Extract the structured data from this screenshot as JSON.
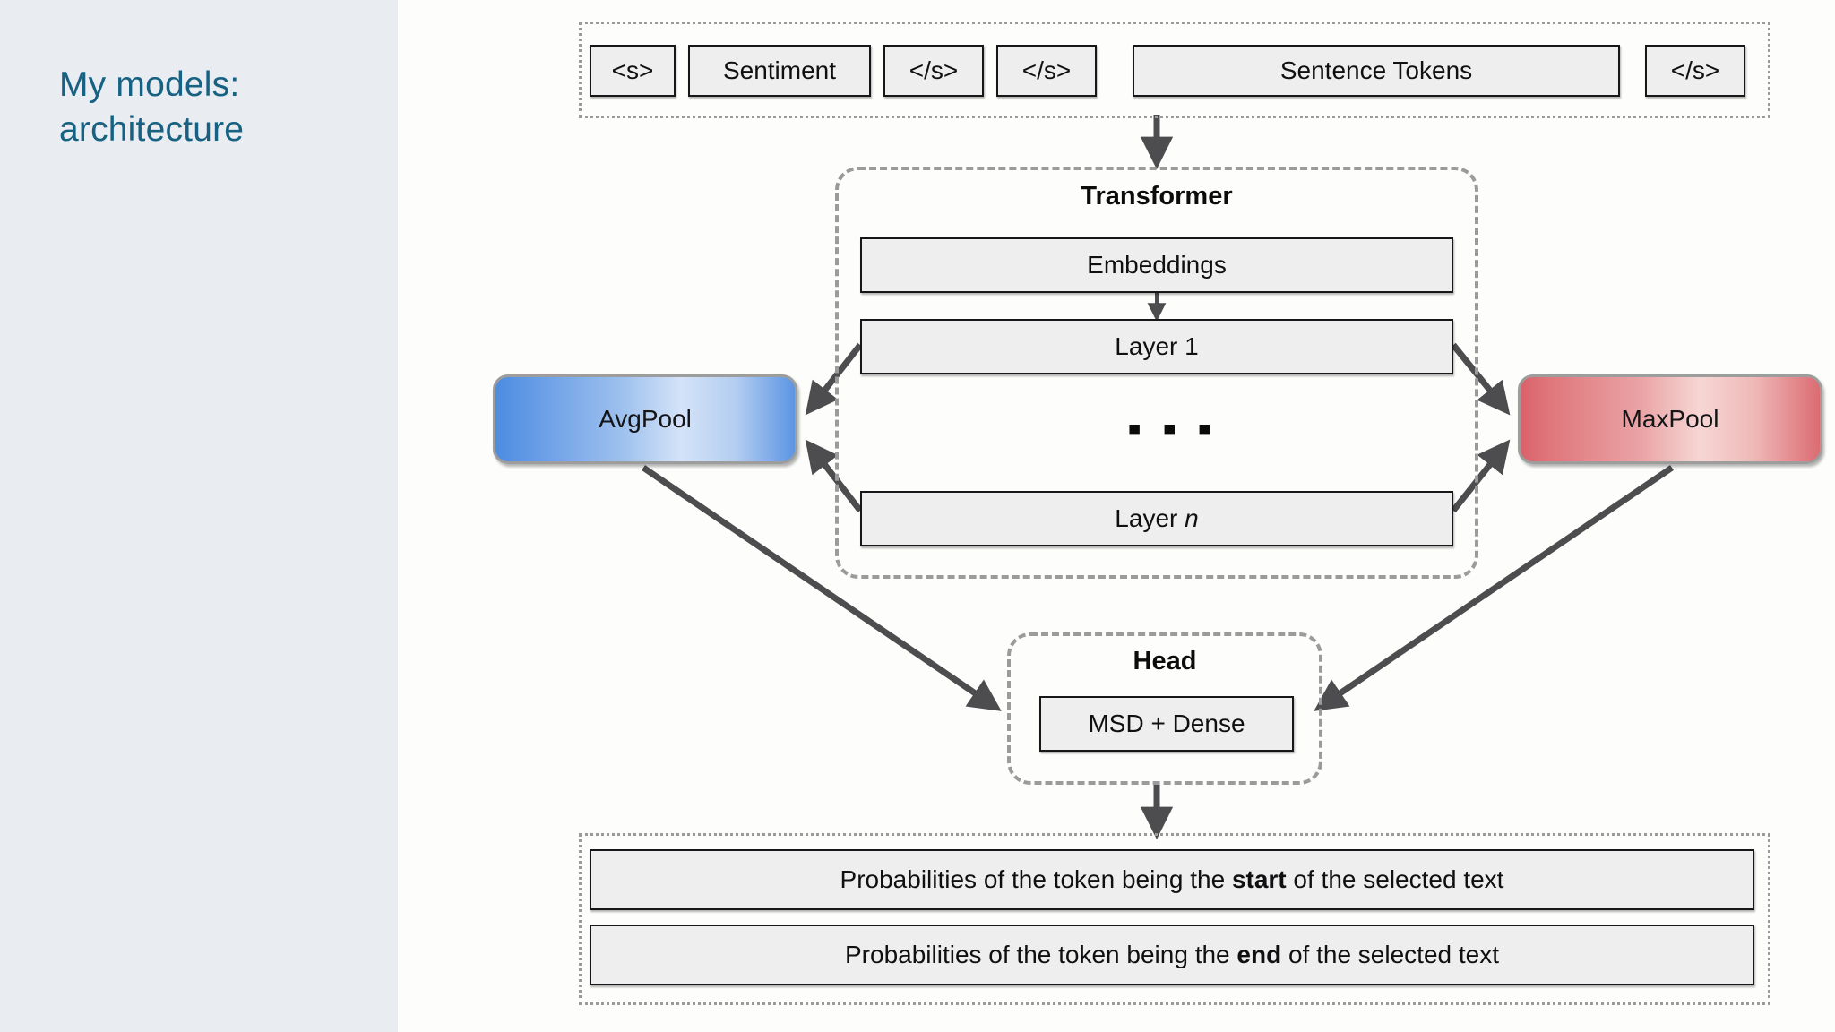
{
  "slide": {
    "title": "My models:\narchitecture",
    "title_color": "#176182",
    "sidebar_color": "#e9edf2",
    "canvas_color": "#fdfefb"
  },
  "diagram": {
    "input_group": {
      "name": "input-tokens-group",
      "tokens": [
        {
          "label": "<s>"
        },
        {
          "label": "Sentiment"
        },
        {
          "label": "</s>"
        },
        {
          "label": "</s>"
        },
        {
          "label": "Sentence Tokens"
        },
        {
          "label": "</s>"
        }
      ]
    },
    "transformer": {
      "title": "Transformer",
      "blocks": [
        {
          "label": "Embeddings"
        },
        {
          "label": "Layer 1"
        },
        {
          "label": "Layer n",
          "italic_suffix": "n"
        }
      ],
      "ellipsis": "▪ ▪ ▪"
    },
    "pools": [
      {
        "label": "AvgPool",
        "accent": "#4d8ce0",
        "side": "left"
      },
      {
        "label": "MaxPool",
        "accent": "#d9626a",
        "side": "right"
      }
    ],
    "head": {
      "title": "Head",
      "block": {
        "label": "MSD + Dense"
      }
    },
    "outputs": {
      "name": "output-probabilities-group",
      "rows": [
        {
          "prefix": "Probabilities of the token being the ",
          "emphasis": "start",
          "suffix": " of the selected text"
        },
        {
          "prefix": "Probabilities of the token being the ",
          "emphasis": "end",
          "suffix": " of the selected text"
        }
      ]
    },
    "connector_color": "#4d4d4f"
  }
}
